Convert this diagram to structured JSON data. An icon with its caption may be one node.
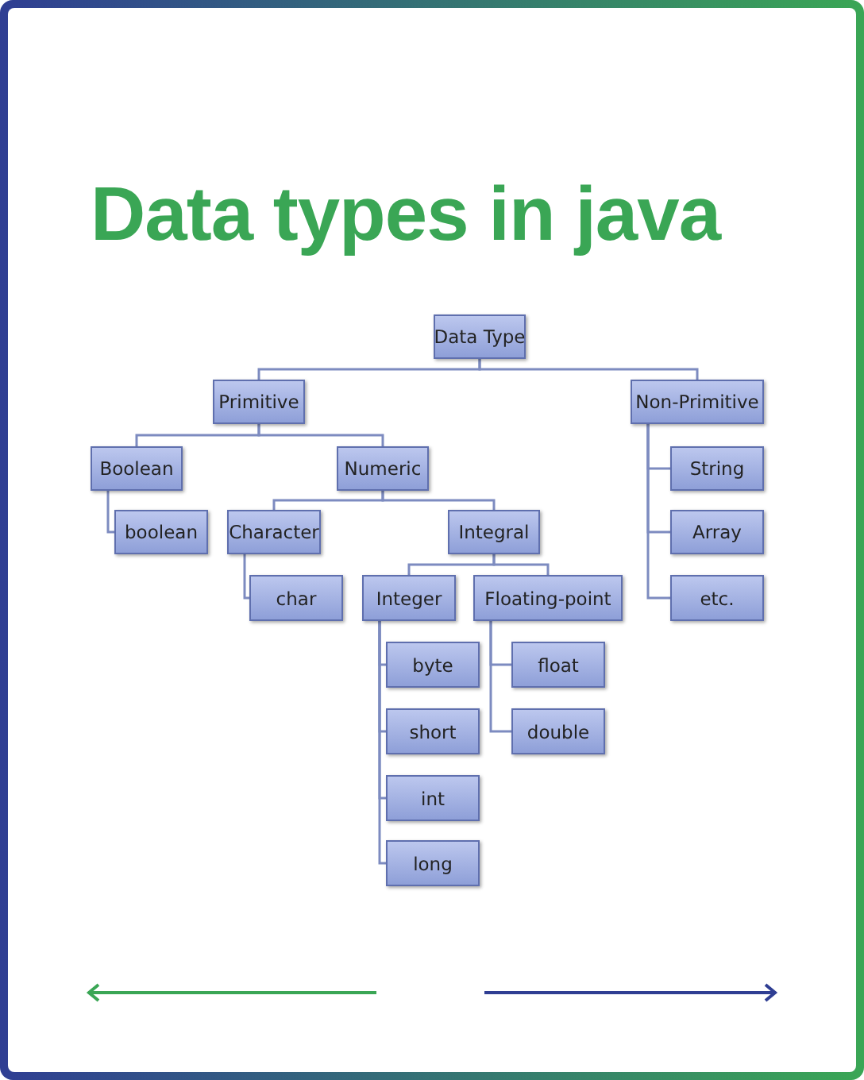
{
  "diagram": {
    "title": "Data types in java",
    "nodes": [
      {
        "text": [
          "Data Type"
        ]
      },
      {
        "text": [
          "Primitive"
        ]
      },
      {
        "text": [
          "Non-Primitive"
        ]
      },
      {
        "text": [
          "Boolean"
        ]
      },
      {
        "text": [
          "Numeric"
        ]
      },
      {
        "text": [
          "boolean"
        ]
      },
      {
        "text": [
          "Character"
        ]
      },
      {
        "text": [
          "Integral"
        ]
      },
      {
        "text": [
          "char"
        ]
      },
      {
        "text": [
          "Integer"
        ]
      },
      {
        "text": [
          "Floating-point"
        ]
      },
      {
        "text": [
          "byte"
        ]
      },
      {
        "text": [
          "short"
        ]
      },
      {
        "text": [
          "int"
        ]
      },
      {
        "text": [
          "long"
        ]
      },
      {
        "text": [
          "float"
        ]
      },
      {
        "text": [
          "double"
        ]
      },
      {
        "text": [
          "String"
        ]
      },
      {
        "text": [
          "Array"
        ]
      },
      {
        "text": [
          "etc."
        ]
      }
    ],
    "edges": [
      {
        "from": 0,
        "to": 1,
        "arrow": "none"
      },
      {
        "from": 0,
        "to": 2,
        "arrow": "none"
      },
      {
        "from": 1,
        "to": 3,
        "arrow": "none"
      },
      {
        "from": 1,
        "to": 4,
        "arrow": "none"
      },
      {
        "from": 3,
        "to": 5,
        "arrow": "none"
      },
      {
        "from": 4,
        "to": 6,
        "arrow": "none"
      },
      {
        "from": 4,
        "to": 7,
        "arrow": "none"
      },
      {
        "from": 6,
        "to": 8,
        "arrow": "none"
      },
      {
        "from": 7,
        "to": 9,
        "arrow": "none"
      },
      {
        "from": 7,
        "to": 10,
        "arrow": "none"
      },
      {
        "from": 9,
        "to": 11,
        "arrow": "none"
      },
      {
        "from": 9,
        "to": 12,
        "arrow": "none"
      },
      {
        "from": 9,
        "to": 13,
        "arrow": "none"
      },
      {
        "from": 9,
        "to": 14,
        "arrow": "none"
      },
      {
        "from": 10,
        "to": 15,
        "arrow": "none"
      },
      {
        "from": 10,
        "to": 16,
        "arrow": "none"
      },
      {
        "from": 2,
        "to": 17,
        "arrow": "none"
      },
      {
        "from": 2,
        "to": 18,
        "arrow": "none"
      },
      {
        "from": 2,
        "to": 19,
        "arrow": "none"
      }
    ]
  }
}
